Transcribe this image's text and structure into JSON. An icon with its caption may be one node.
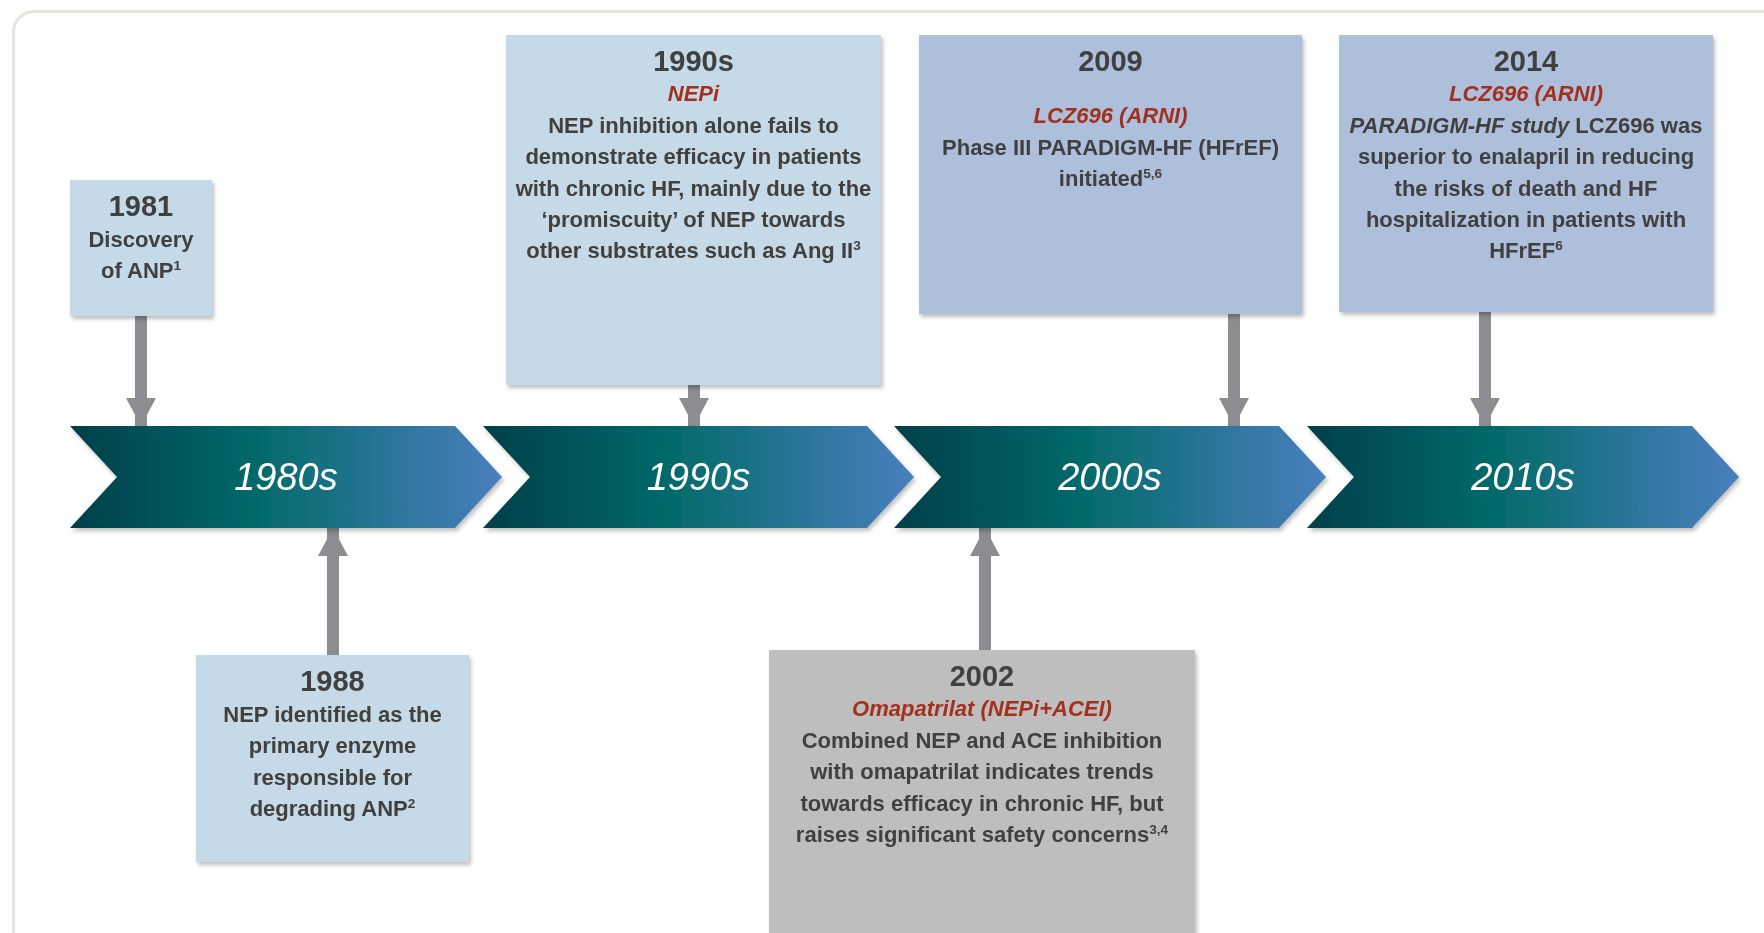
{
  "diagram": {
    "nodes": [
      {
        "text": [
          "1981",
          "Discovery of ANP$^{1}$"
        ]
      },
      {
        "text": [
          "1990s",
          "NEPi",
          "NEP inhibition alone fails to demonstrate efficacy in patients with chronic HF, mainly due to the ‘promiscuity’ of NEP towards other substrates such as Ang II$^{3}$"
        ]
      },
      {
        "text": [
          "2009",
          "LCZ696 (ARNI)",
          "Phase III PARADIGM-HF (HFrEF) initiated$^{5,6}$"
        ]
      },
      {
        "text": [
          "2014",
          "LCZ696 (ARNI)",
          "*PARADIGM-HF study* LCZ696 was superior to enalapril in reducing the risks of death and HF hospitalization in patients with HFrEF$^{6}$"
        ]
      },
      {
        "text": [
          "1980s"
        ]
      },
      {
        "text": [
          "1990s"
        ]
      },
      {
        "text": [
          "2000s"
        ]
      },
      {
        "text": [
          "2010s"
        ]
      },
      {
        "text": [
          "1988",
          "NEP identified as the primary enzyme responsible for degrading ANP$^{2}$"
        ]
      },
      {
        "text": [
          "2002",
          "Omapatrilat (NEPi+ACEI)",
          "Combined NEP and ACE inhibition with omapatrilat indicates trends towards efficacy in chronic HF, but raises significant safety concerns$^{3,4}$"
        ]
      }
    ],
    "edges": [
      {
        "from": 0,
        "to": 4,
        "arrow": "to"
      },
      {
        "from": 1,
        "to": 5,
        "arrow": "to"
      },
      {
        "from": 2,
        "to": 6,
        "arrow": "to"
      },
      {
        "from": 3,
        "to": 7,
        "arrow": "to"
      },
      {
        "from": 8,
        "to": 4,
        "arrow": "to"
      },
      {
        "from": 9,
        "to": 6,
        "arrow": "to"
      }
    ]
  }
}
